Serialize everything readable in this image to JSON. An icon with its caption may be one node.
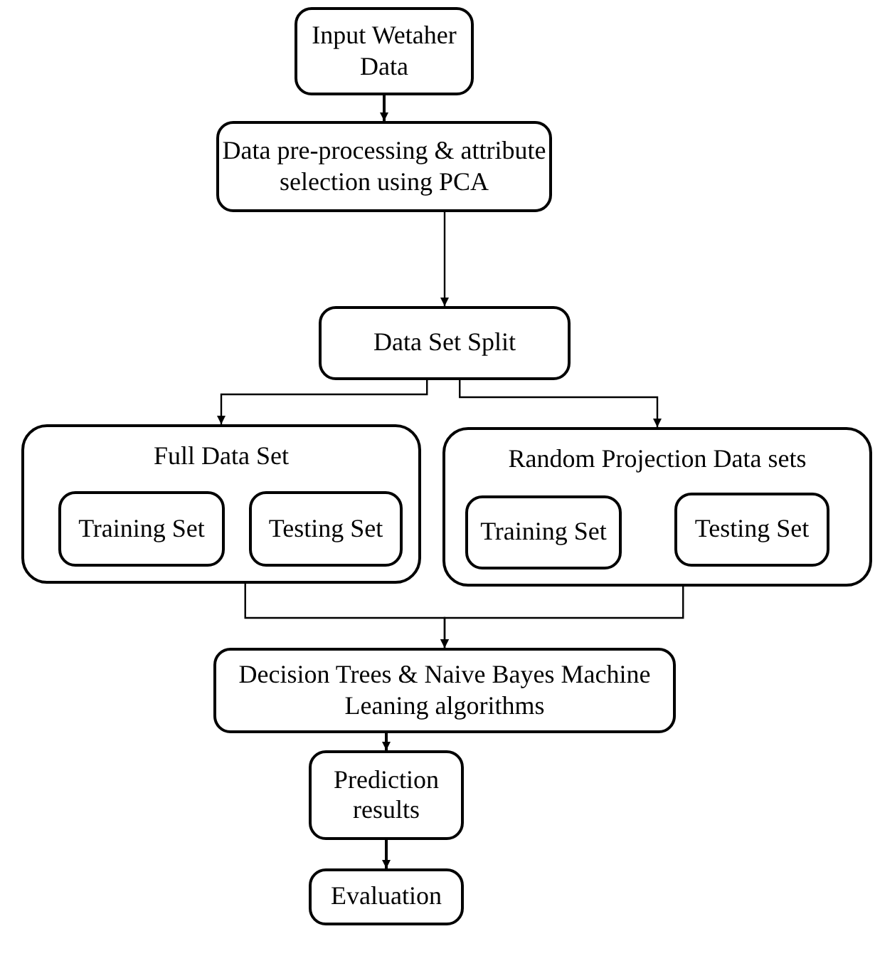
{
  "diagram": {
    "nodes": [
      {
        "text": [
          "Input Wetaher Data"
        ]
      },
      {
        "text": [
          "Data pre-processing & attribute selection using PCA"
        ]
      },
      {
        "text": [
          "Data Set Split"
        ]
      },
      {
        "text": [
          "Full Data Set"
        ]
      },
      {
        "text": [
          "Training Set"
        ],
        "in": 3
      },
      {
        "text": [
          "Testing Set"
        ],
        "in": 3
      },
      {
        "text": [
          "Random Projection Data sets"
        ]
      },
      {
        "text": [
          "Training Set"
        ],
        "in": 6
      },
      {
        "text": [
          "Testing Set"
        ],
        "in": 6
      },
      {
        "text": [
          "Decision Trees & Naive Bayes Machine Leaning algorithms"
        ]
      },
      {
        "text": [
          "Prediction results"
        ]
      },
      {
        "text": [
          "Evaluation"
        ]
      }
    ],
    "edges": [
      {
        "from": 0,
        "to": 1,
        "arrow": "to"
      },
      {
        "from": 1,
        "to": 2,
        "arrow": "to"
      },
      {
        "from": 2,
        "to": 3,
        "arrow": "to"
      },
      {
        "from": 2,
        "to": 6,
        "arrow": "to"
      },
      {
        "from": 3,
        "to": 9,
        "arrow": "to"
      },
      {
        "from": 6,
        "to": 9,
        "arrow": "to"
      },
      {
        "from": 9,
        "to": 10,
        "arrow": "to"
      },
      {
        "from": 10,
        "to": 11,
        "arrow": "to"
      }
    ]
  }
}
